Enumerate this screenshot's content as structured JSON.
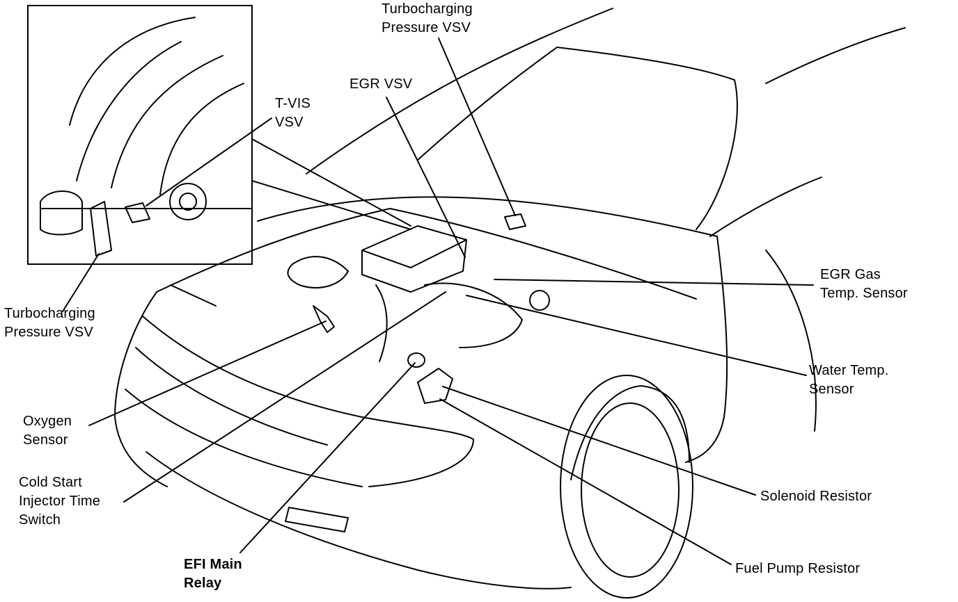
{
  "labels": {
    "turbo_vsv_top": [
      "Turbocharging",
      "Pressure VSV"
    ],
    "egr_vsv": [
      "EGR VSV"
    ],
    "tvis_vsv": [
      "T-VIS",
      "VSV"
    ],
    "turbo_vsv_left": [
      "Turbocharging",
      "Pressure VSV"
    ],
    "egr_gas_temp": [
      "EGR Gas",
      "Temp. Sensor"
    ],
    "water_temp": [
      "Water Temp.",
      "Sensor"
    ],
    "oxygen_sensor": [
      "Oxygen",
      "Sensor"
    ],
    "cold_start": [
      "Cold Start",
      "Injector Time",
      "Switch"
    ],
    "solenoid_resistor": [
      "Solenoid Resistor"
    ],
    "efi_main_relay": [
      "EFI Main",
      "Relay"
    ],
    "fuel_pump_resistor": [
      "Fuel Pump Resistor"
    ]
  },
  "colors": {
    "ink": "#000000",
    "paper": "#ffffff"
  }
}
